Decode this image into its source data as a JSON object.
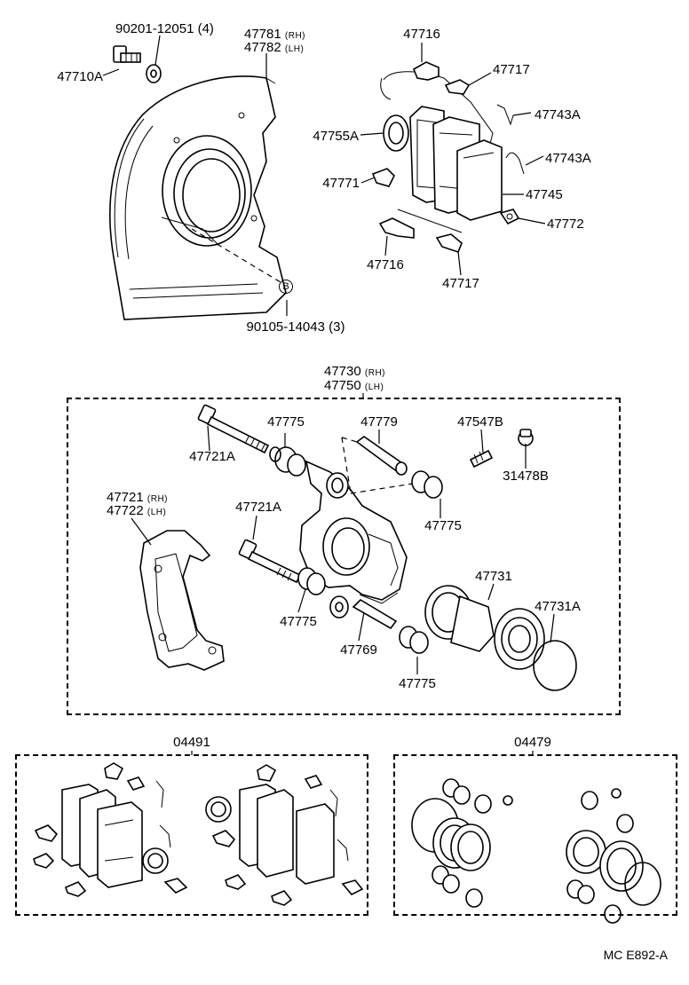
{
  "labels": {
    "bolt_spec": "90201-12051 (4)",
    "pin_47710A": "47710A",
    "shield_rh": "47781",
    "shield_lh": "47782",
    "rh": "(RH)",
    "lh": "(LH)",
    "bolt_14043": "90105-14043 (3)",
    "circle_b": "B",
    "clip_47716_top": "47716",
    "clip_47717_top": "47717",
    "spring_47743A_1": "47743A",
    "spring_47743A_2": "47743A",
    "shim_47755A": "47755A",
    "clip_47771": "47771",
    "pad_47745": "47745",
    "clip_47772": "47772",
    "clip_47716_bot": "47716",
    "clip_47717_bot": "47717",
    "caliper_rh": "47730",
    "caliper_lh": "47750",
    "bolt_47721A_1": "47721A",
    "boot_47775_1": "47775",
    "pin_47779": "47779",
    "bleeder_47547B": "47547B",
    "cap_31478B": "31478B",
    "boot_47775_2": "47775",
    "mount_rh": "47721",
    "mount_lh": "47722",
    "bolt_47721A_2": "47721A",
    "piston_47731": "47731",
    "seal_47731A": "47731A",
    "boot_47775_3": "47775",
    "pin_47769": "47769",
    "boot_47775_4": "47775",
    "kit_04491": "04491",
    "kit_04479": "04479",
    "footer": "MC  E892-A"
  }
}
